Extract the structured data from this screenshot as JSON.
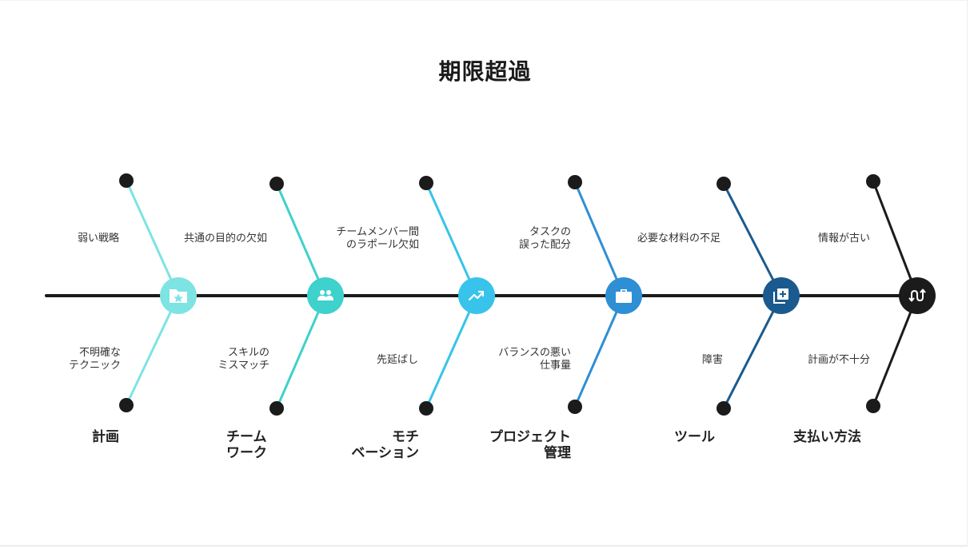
{
  "title": "期限超過",
  "colors": {
    "spine": "#1b1b1b",
    "dot": "#1b1b1b",
    "categories": [
      "#7ee3e3",
      "#3fd1cc",
      "#38c3ea",
      "#2e8fd4",
      "#1a5a8e",
      "#1b1b1b"
    ]
  },
  "categories": [
    {
      "label": "計画",
      "icon": "folder-star-icon",
      "top_cause": "弱い戦略",
      "bottom_cause": "不明確な\nテクニック"
    },
    {
      "label": "チーム\nワーク",
      "icon": "people-icon",
      "top_cause": "共通の目的の欠如",
      "bottom_cause": "スキルの\nミスマッチ"
    },
    {
      "label": "モチ\nベーション",
      "icon": "trending-up-icon",
      "top_cause": "チームメンバー間\nのラポール欠如",
      "bottom_cause": "先延ばし"
    },
    {
      "label": "プロジェクト\n管理",
      "icon": "briefcase-icon",
      "top_cause": "タスクの\n誤った配分",
      "bottom_cause": "バランスの悪い\n仕事量"
    },
    {
      "label": "ツール",
      "icon": "library-add-icon",
      "top_cause": "必要な材料の不足",
      "bottom_cause": "障害"
    },
    {
      "label": "支払い方法",
      "icon": "swap-arrows-icon",
      "top_cause": "情報が古い",
      "bottom_cause": "計画が不十分"
    }
  ]
}
